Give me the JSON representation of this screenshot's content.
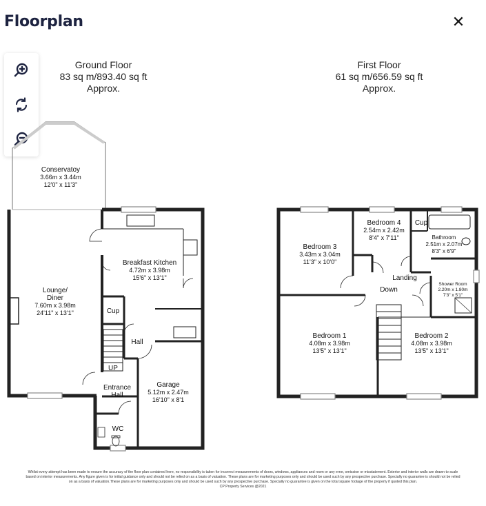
{
  "header": {
    "title": "Floorplan",
    "close_glyph": "✕"
  },
  "zoom_controls": [
    {
      "name": "zoom-in-icon"
    },
    {
      "name": "rotate-icon"
    },
    {
      "name": "zoom-out-icon"
    }
  ],
  "ground_floor": {
    "name": "Ground Floor",
    "area": "83 sq m/893.40 sq ft",
    "approx": "Approx.",
    "rooms": {
      "conservatory": {
        "name": "Conservatoy",
        "m": "3.66m x 3.44m",
        "ft": "12'0\" x 11'3\""
      },
      "lounge": {
        "name1": "Lounge/",
        "name2": "Diner",
        "m": "7.60m x 3.98m",
        "ft": "24'11\" x 13'1\""
      },
      "kitchen": {
        "name": "Breakfast Kitchen",
        "m": "4.72m x 3.98m",
        "ft": "15'6\" x 13'1\""
      },
      "cup": {
        "name": "Cup"
      },
      "hall": {
        "name": "Hall"
      },
      "up": {
        "name": "UP"
      },
      "entrance": {
        "name1": "Entrance",
        "name2": "Hall"
      },
      "garage": {
        "name": "Garage",
        "m": "5.12m x 2.47m",
        "ft": "16'10\" x 8'1"
      },
      "wc": {
        "name": "WC"
      }
    }
  },
  "first_floor": {
    "name": "First Floor",
    "area": "61 sq m/656.59 sq ft",
    "approx": "Approx.",
    "rooms": {
      "bed3": {
        "name": "Bedroom 3",
        "m": "3.43m x 3.04m",
        "ft": "11'3\" x 10'0\""
      },
      "bed4": {
        "name": "Bedroom 4",
        "m": "2.54m x 2.42m",
        "ft": "8'4\" x 7'11\""
      },
      "cup": {
        "name": "Cup"
      },
      "bath": {
        "name": "Bathroom",
        "m": "2.51m x 2.07m",
        "ft": "8'3\" x 6'9\""
      },
      "landing": {
        "name": "Landing"
      },
      "down": {
        "name": "Down"
      },
      "shower": {
        "name": "Shower Room",
        "m": "2.20m x 1.80m",
        "ft": "7'3\" x 5'1\""
      },
      "bed1": {
        "name": "Bedroom 1",
        "m": "4.08m x 3.98m",
        "ft": "13'5\" x 13'1\""
      },
      "bed2": {
        "name": "Bedroom 2",
        "m": "4.08m x 3.98m",
        "ft": "13'5\" x 13'1\""
      }
    }
  },
  "disclaimer": {
    "line1": "Whilst every attempt has been made to ensure the accuracy of the floor plan contained here, no responsibility is taken for incorrect measurements of doors, windows, appliances and room or any error, omission or misstatement. Exterior and interior walls are drawn to scale",
    "line2": "based on interior measurements. Any figure given is for initial guidance only and should not be relied on as a basis of valuation. These plans are for marketing purposes only and should be used such by any prospective purchase. Specially no guarantee is should not be relied",
    "line3": "on as a basis of valuation.These plans are for marketing purposes only and should be used such by any prospective purchase. Specially no guarantee is given on the total square footage of the property if quoted this plan.",
    "line4": "CP Property Services @2021"
  }
}
